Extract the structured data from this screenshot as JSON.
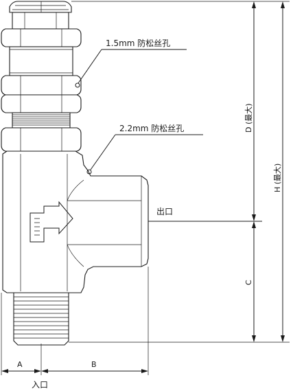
{
  "callouts": {
    "hole_top": "1.5mm 防松丝孔",
    "hole_mid": "2.2mm 防松丝孔"
  },
  "labels": {
    "outlet": "出口",
    "inlet": "入口"
  },
  "dimensions": {
    "a": "A",
    "b": "B",
    "c": "C",
    "d": "D (最大)",
    "h": "H (最大)"
  }
}
